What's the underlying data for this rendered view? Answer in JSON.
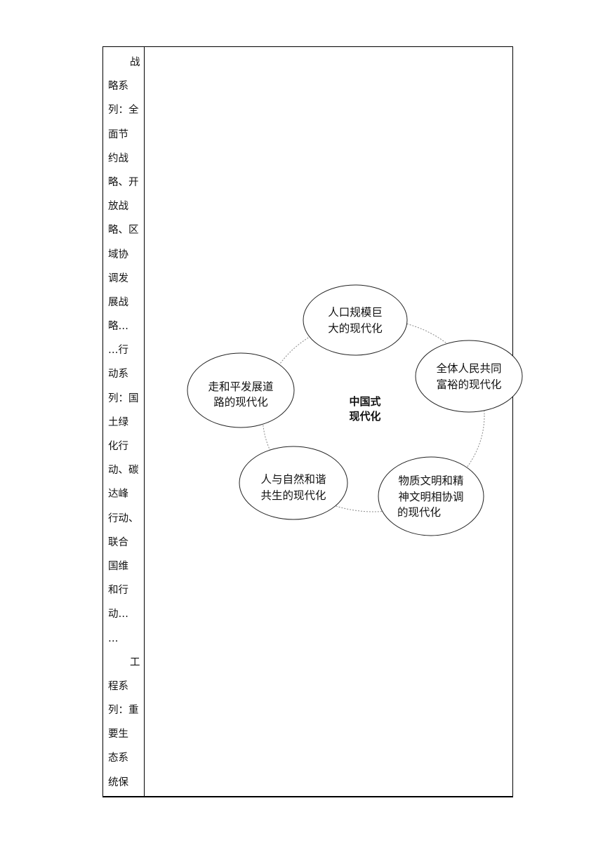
{
  "left_column": {
    "lines": [
      "战",
      "略系",
      "列：全",
      "面节",
      "约战",
      "略、开",
      "放战",
      "略、区",
      "域协",
      "调发",
      "展战",
      "略…",
      "…行",
      "动系",
      "列：国",
      "土绿",
      "化行",
      "动、碳",
      "达峰",
      "行动、",
      "联合",
      "国维",
      "和行",
      "动…",
      "…",
      "工",
      "程系",
      "列：重",
      "要生",
      "态系",
      "统保"
    ]
  },
  "diagram": {
    "center": {
      "line1": "中国式",
      "line2": "现代化"
    },
    "nodes": [
      {
        "line1": "人口规模巨",
        "line2": "大的现代化"
      },
      {
        "line1": "全体人民共同",
        "line2": "富裕的现代化"
      },
      {
        "line1": "物质文明和精",
        "line2": "神文明相协调",
        "line3": "的现代化"
      },
      {
        "line1": "人与自然和谐",
        "line2": "共生的现代化"
      },
      {
        "line1": "走和平发展道",
        "line2": "路的现代化"
      }
    ]
  }
}
